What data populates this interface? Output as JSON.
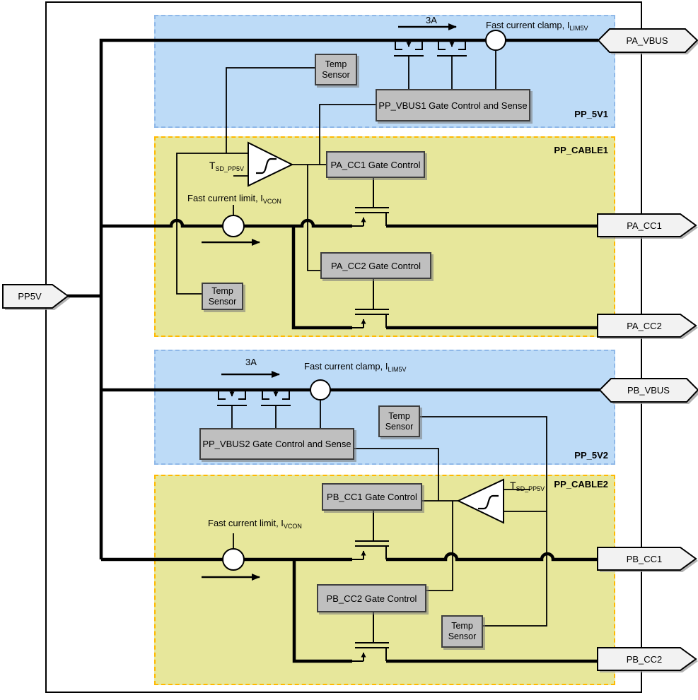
{
  "diagram": {
    "title_hint": "USB-C dual-port power path block diagram",
    "tags": {
      "pp5v": "PP5V",
      "pa_vbus": "PA_VBUS",
      "pa_cc1": "PA_CC1",
      "pa_cc2": "PA_CC2",
      "pb_vbus": "PB_VBUS",
      "pb_cc1": "PB_CC1",
      "pb_cc2": "PB_CC2"
    },
    "regions": {
      "pp_5v1": "PP_5V1",
      "pp_cable1": "PP_CABLE1",
      "pp_5v2": "PP_5V2",
      "pp_cable2": "PP_CABLE2"
    },
    "blocks": {
      "temp_sensor": "Temp\nSensor",
      "pp_vbus1_gate": "PP_VBUS1 Gate Control and Sense",
      "pp_vbus2_gate": "PP_VBUS2 Gate Control and Sense",
      "pa_cc1_gate": "PA_CC1 Gate Control",
      "pa_cc2_gate": "PA_CC2 Gate Control",
      "pb_cc1_gate": "PB_CC1 Gate Control",
      "pb_cc2_gate": "PB_CC2 Gate Control"
    },
    "annotations": {
      "current_3a": "3A",
      "clamp_prefix": "Fast current clamp, I",
      "clamp_sub": "LIM5V",
      "limit_prefix": "Fast current limit, I",
      "limit_sub": "VCON",
      "tsd_prefix": "T",
      "tsd_sub": "SD_PP5V"
    },
    "colors": {
      "region_blue": "#BDDBF7",
      "region_blue_border": "#8FB8E8",
      "region_yellow": "#E7E79B",
      "region_yellow_border": "#FFB900",
      "block_fill": "#BFBFBF",
      "block_border": "#3F3F3F",
      "tag_fill": "#F2F2F2",
      "wire": "#000000"
    }
  }
}
